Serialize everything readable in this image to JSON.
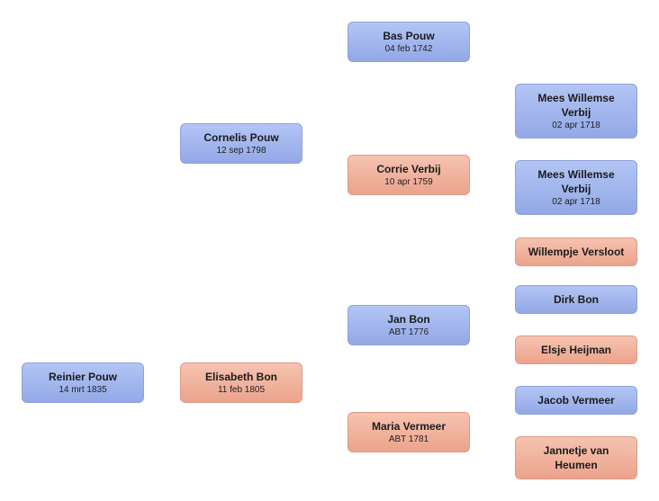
{
  "people": {
    "p1": {
      "name": "Reinier Pouw",
      "date": "14 mrt 1835"
    },
    "p2": {
      "name": "Cornelis Pouw",
      "date": "12 sep 1798"
    },
    "p3": {
      "name": "Elisabeth Bon",
      "date": "11 feb 1805"
    },
    "p4": {
      "name": "Bas Pouw",
      "date": "04 feb 1742"
    },
    "p5": {
      "name": "Corrie Verbij",
      "date": "10 apr 1759"
    },
    "p6": {
      "name": "Jan Bon",
      "date": "ABT 1776"
    },
    "p7": {
      "name": "Maria Vermeer",
      "date": "ABT 1781"
    },
    "p10": {
      "name": "Mees Willemse Verbij",
      "date": "02 apr 1718"
    },
    "p10b": {
      "name": "Mees Willemse Verbij",
      "date": "02 apr 1718"
    },
    "p11": {
      "name": "Willempje Versloot"
    },
    "p12": {
      "name": "Dirk Bon"
    },
    "p13": {
      "name": "Elsje Heijman"
    },
    "p14": {
      "name": "Jacob Vermeer"
    },
    "p15": {
      "name": "Jannetje van Heumen"
    }
  },
  "colors": {
    "male": "#a3b7ee",
    "female": "#f1b29d"
  }
}
